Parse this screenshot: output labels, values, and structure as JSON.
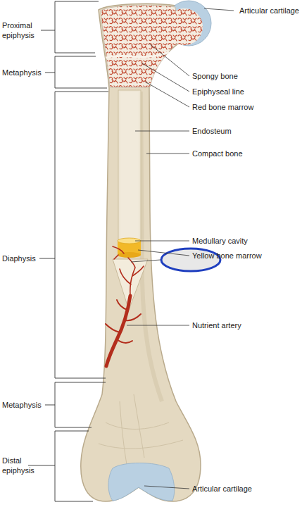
{
  "diagram": {
    "labels": [
      "Proximal epiphysis",
      "Articular cartilage",
      "Metaphysis",
      "Spongy bone",
      "Epiphyseal line",
      "Red bone marrow",
      "Endosteum",
      "Compact bone",
      "Medullary cavity",
      "Yellow bone marrow",
      "Diaphysis",
      "Nutrient artery",
      "Metaphysis",
      "Distal epiphysis",
      "Articular cartilage"
    ]
  }
}
